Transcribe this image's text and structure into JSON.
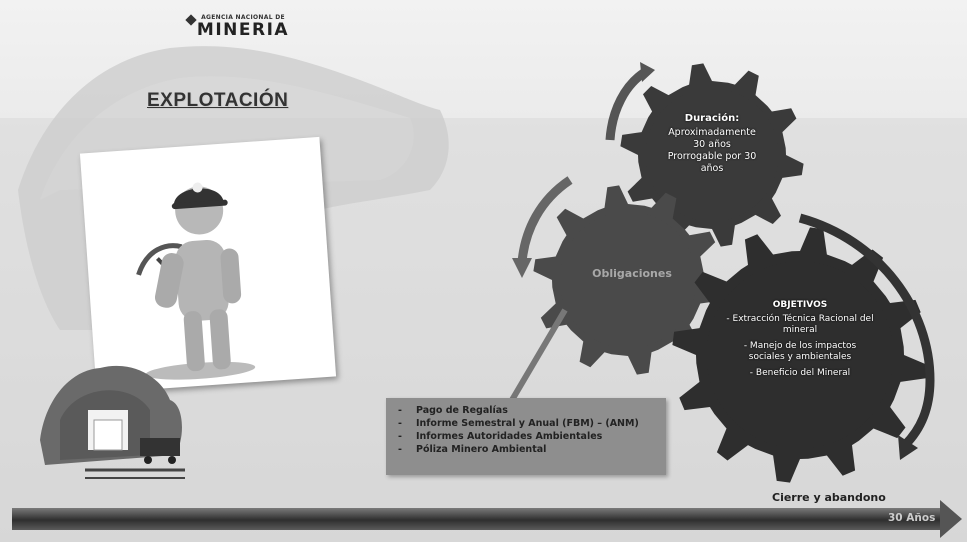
{
  "logo": {
    "small": "AGENCIA NACIONAL DE",
    "big": "MINERIA"
  },
  "title": "EXPLOTACIÓN",
  "gears": {
    "duracion": {
      "heading": "Duración:",
      "lines": [
        "Aproximadamente",
        "30 años",
        "Prorrogable por 30",
        "años"
      ]
    },
    "obligaciones": {
      "label": "Obligaciones"
    },
    "objetivos": {
      "heading": "OBJETIVOS",
      "items": [
        "- Extracción Técnica Racional del mineral",
        "- Manejo de los impactos sociales y ambientales",
        "- Beneficio del Mineral"
      ]
    }
  },
  "obligaciones_list": [
    "Pago de Regalías",
    "Informe Semestral y Anual (FBM) – (ANM)",
    "Informes Autoridades Ambientales",
    "Póliza Minero Ambiental"
  ],
  "timeline": {
    "end_label": "Cierre y abandono",
    "duration_label": "30 Años"
  },
  "colors": {
    "gear": "#3a3a3a",
    "box": "#8e8e8e",
    "bar": "#3c3c3c"
  }
}
